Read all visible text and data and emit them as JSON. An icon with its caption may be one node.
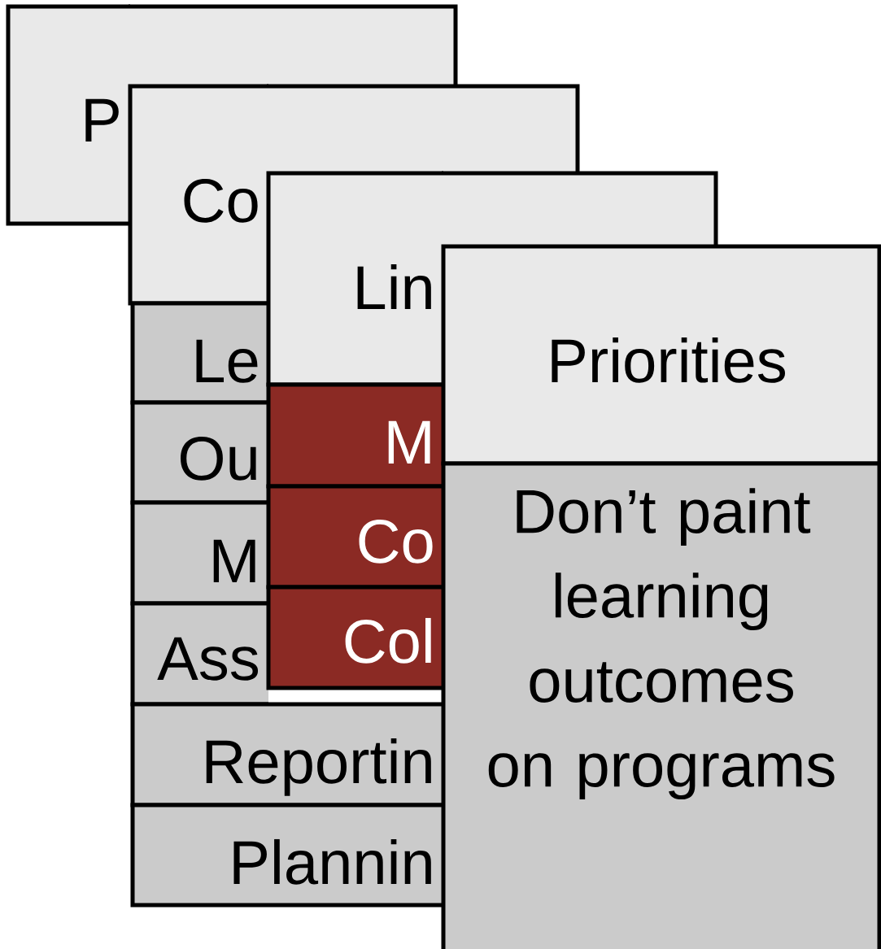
{
  "diagram": {
    "nodes": [
      {
        "text": [
          "P"
        ]
      },
      {
        "text": [
          "Co"
        ]
      },
      {
        "text": [
          "Le"
        ]
      },
      {
        "text": [
          "Ou"
        ]
      },
      {
        "text": [
          "M"
        ]
      },
      {
        "text": [
          "Ass"
        ]
      },
      {
        "text": [
          "Reportin"
        ]
      },
      {
        "text": [
          "Plannin"
        ]
      },
      {
        "text": [
          "Lin"
        ]
      },
      {
        "text": [
          "M"
        ]
      },
      {
        "text": [
          "Co"
        ]
      },
      {
        "text": [
          "Col"
        ]
      },
      {
        "text": [
          "Priorities"
        ]
      },
      {
        "text": [
          "Don’t paint learning outcomes on programs"
        ]
      }
    ]
  }
}
